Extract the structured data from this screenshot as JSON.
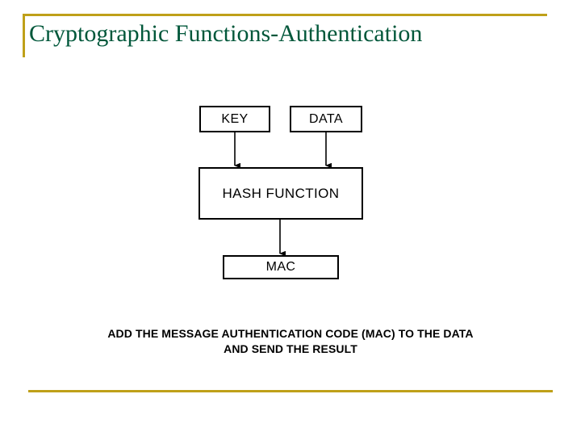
{
  "slide": {
    "title": "Cryptographic Functions-Authentication",
    "accent_color": "#bfa019",
    "title_color": "#00573a",
    "background_color": "#ffffff"
  },
  "diagram": {
    "type": "flowchart",
    "nodes": [
      {
        "id": "key",
        "label": "KEY"
      },
      {
        "id": "data",
        "label": "DATA"
      },
      {
        "id": "hash",
        "label": "HASH FUNCTION"
      },
      {
        "id": "mac",
        "label": "MAC"
      }
    ],
    "edges": [
      {
        "from": "key",
        "to": "hash",
        "style": "arrow"
      },
      {
        "from": "data",
        "to": "hash",
        "style": "arrow"
      },
      {
        "from": "hash",
        "to": "mac",
        "style": "arrow"
      }
    ],
    "stroke_color": "#000000"
  },
  "caption": {
    "line1": "ADD THE MESSAGE AUTHENTICATION CODE (MAC) TO THE DATA",
    "line2": "AND SEND THE RESULT"
  }
}
